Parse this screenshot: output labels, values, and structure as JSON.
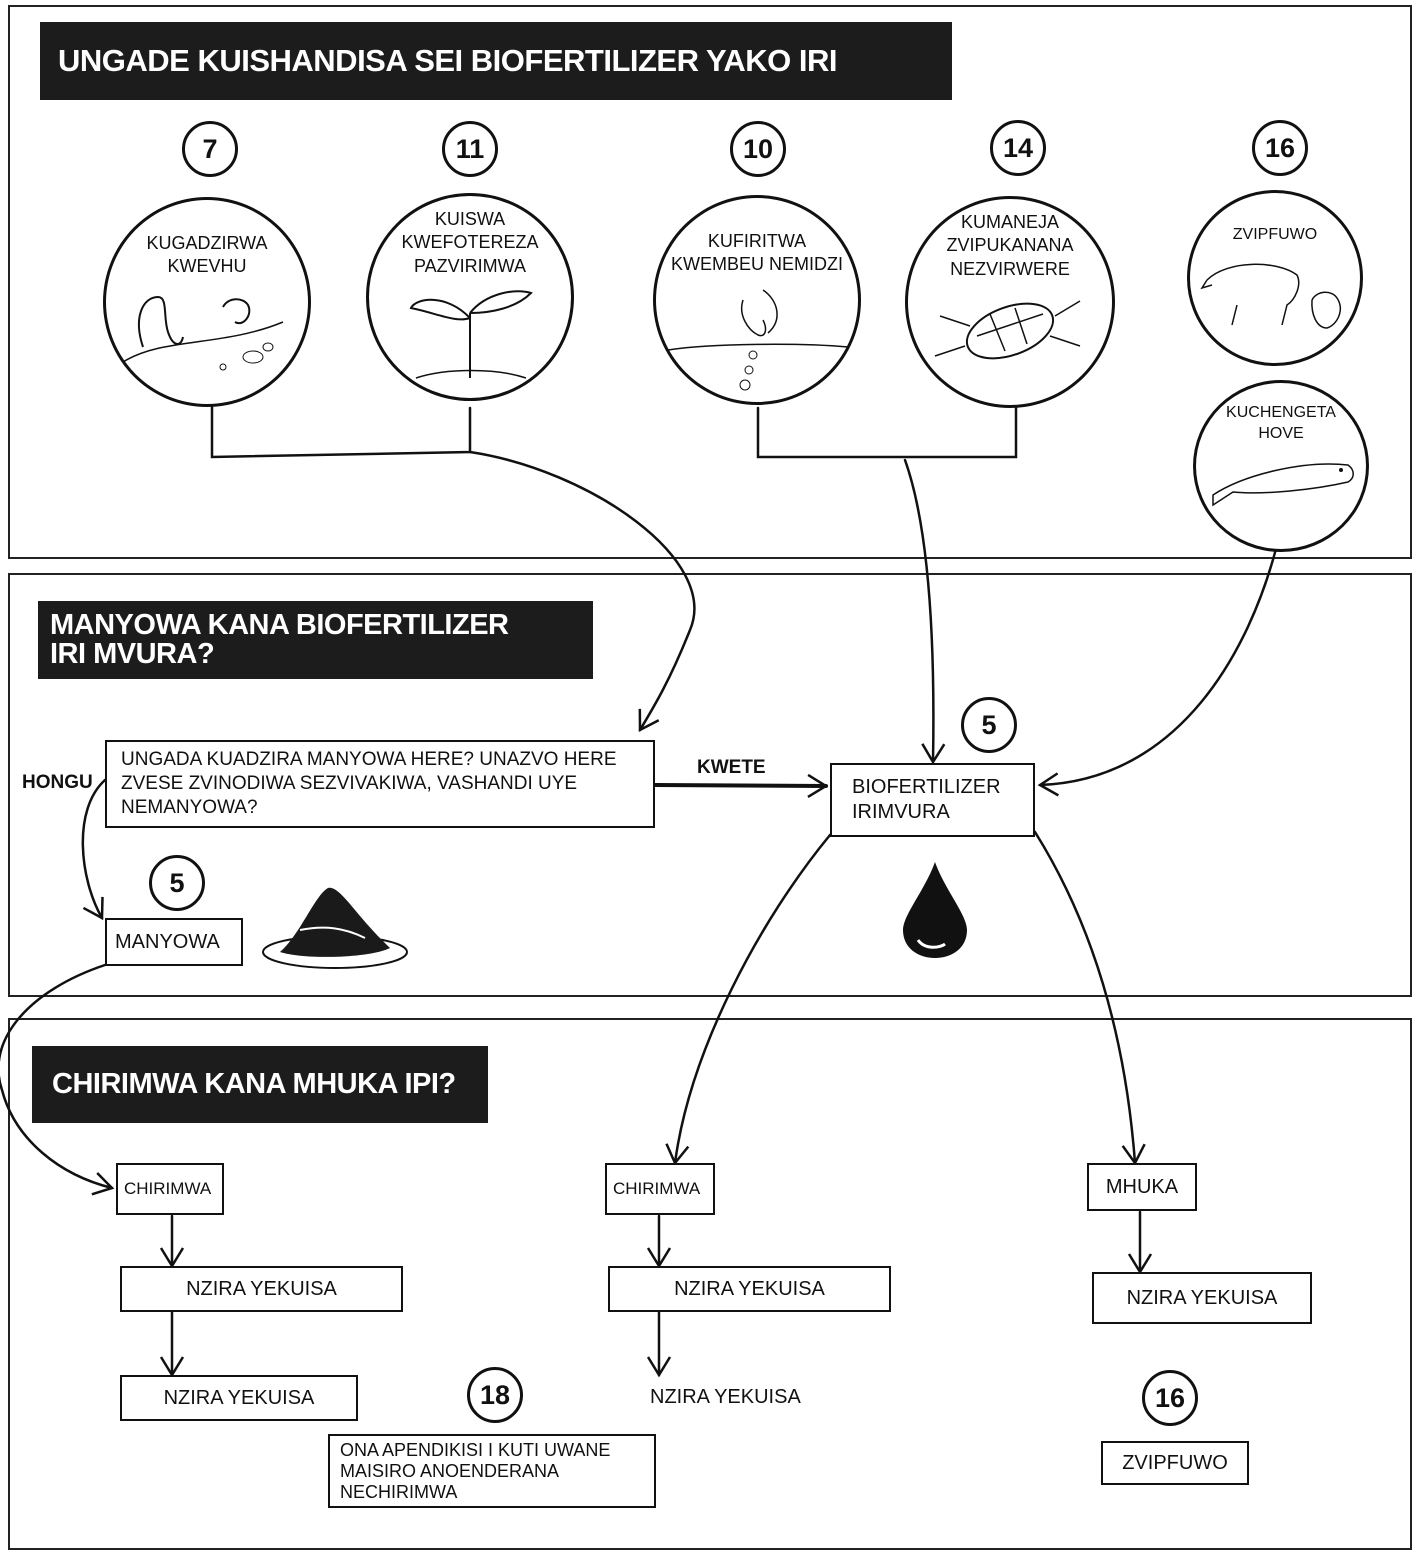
{
  "section1": {
    "title": "UNGADE KUISHANDISA SEI BIOFERTILIZER YAKO IRI MVURA?",
    "items": [
      {
        "number": "7",
        "label": "KUGADZIRWA KWEVHU",
        "icon": "soil-worm-icon"
      },
      {
        "number": "11",
        "label": "KUISWA KWEFOTEREZA PAZVIRIMWA",
        "icon": "seedling-icon"
      },
      {
        "number": "10",
        "label": "KUFIRITWA KWEMBEU NEMIDZI",
        "icon": "seed-planting-icon"
      },
      {
        "number": "14",
        "label": "KUMANEJA ZVIPUKANANA NEZVIRWERE",
        "icon": "beetle-icon"
      },
      {
        "number": "16",
        "label": "ZVIPFUWO",
        "icon": "pig-chicken-icon"
      },
      {
        "label": "KUCHENGETA HOVE",
        "icon": "fish-icon"
      }
    ]
  },
  "section2": {
    "title": "MANYOWA KANA BIOFERTILIZER IRI MVURA?",
    "question": "UNGADA KUADZIRA MANYOWA HERE? UNAZVO HERE ZVESE ZVINODIWA SEZVIVAKIWA, VASHANDI UYE NEMANYOWA?",
    "yes_label": "HONGU",
    "no_label": "KWETE",
    "liquid": {
      "number": "5",
      "label": "BIOFERTILIZER IRIMVURA",
      "icon": "drop-icon"
    },
    "manure": {
      "number": "5",
      "label": "MANYOWA",
      "icon": "manure-pile-icon"
    }
  },
  "section3": {
    "title": "CHIRIMWA KANA MHUKA IPI?",
    "left": {
      "crop": "CHIRIMWA",
      "step1": "NZIRA YEKUISA",
      "step2": "NZIRA YEKUISA",
      "ref_number": "18",
      "note": "ONA APENDIKISI I KUTI UWANE MAISIRO ANOENDERANA NECHIRIMWA"
    },
    "middle": {
      "crop": "CHIRIMWA",
      "step1": "NZIRA YEKUISA",
      "step2": "NZIRA YEKUISA"
    },
    "right": {
      "animal": "MHUKA",
      "step1": "NZIRA YEKUISA",
      "ref_number": "16",
      "ref_label": "ZVIPFUWO"
    }
  }
}
